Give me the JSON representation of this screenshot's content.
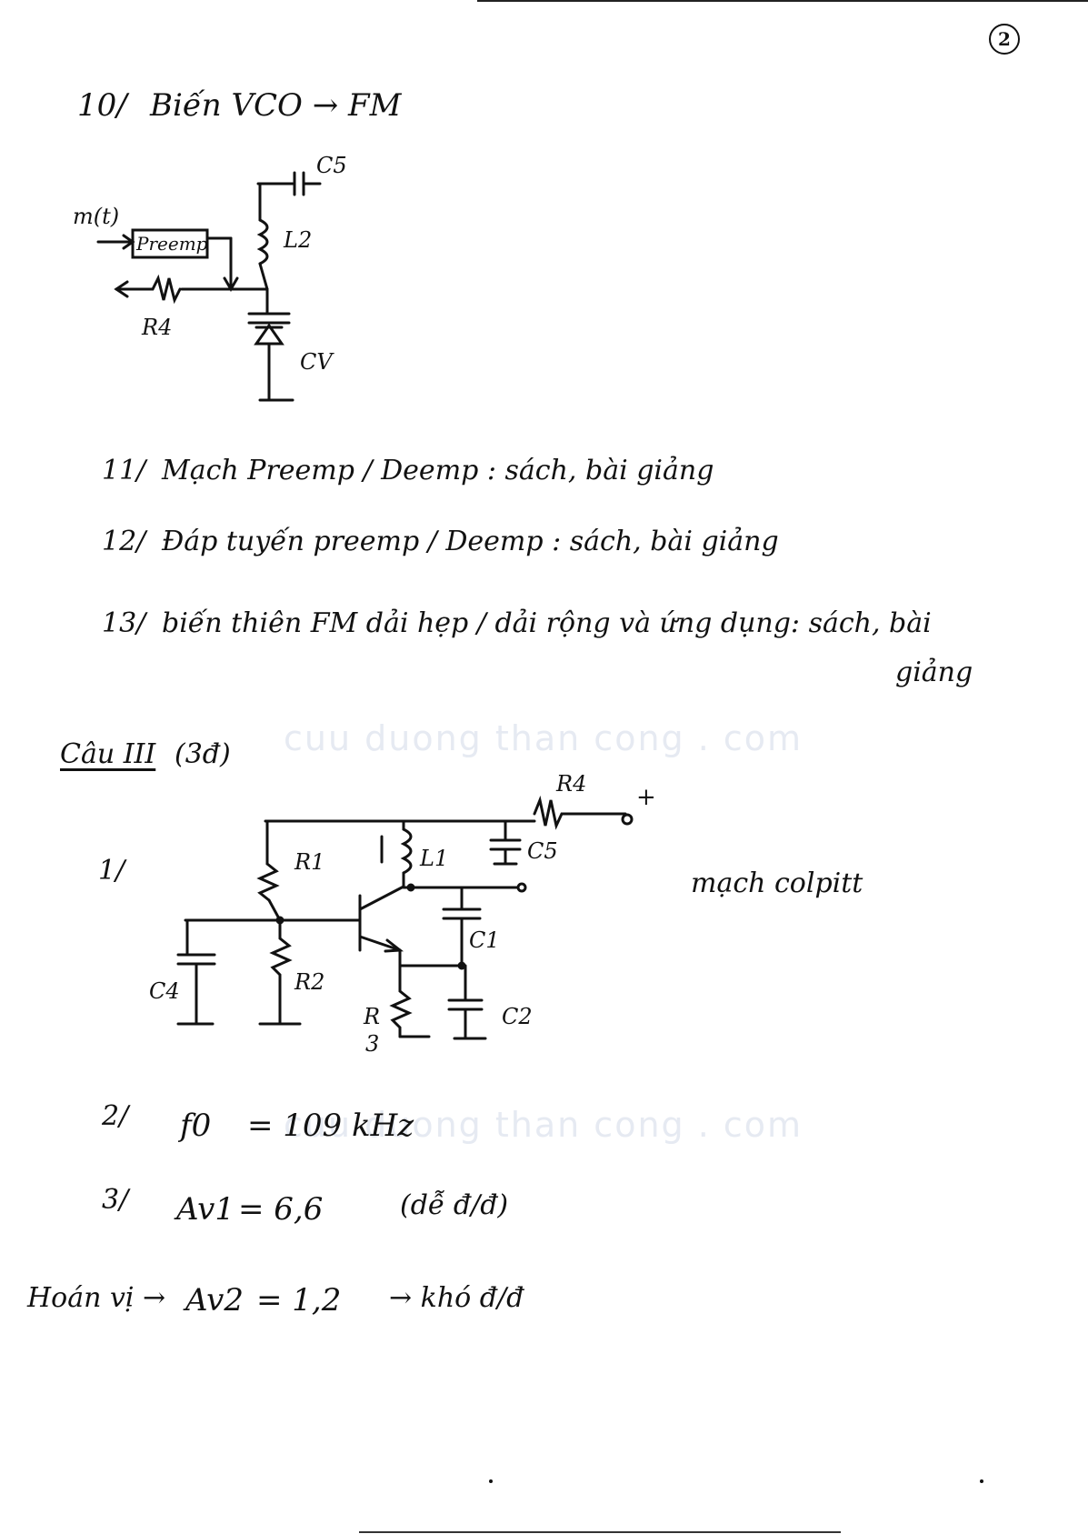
{
  "page_number": "2",
  "watermark": {
    "line1": "cuu duong than cong . com",
    "line2": "cuu duong than cong . com"
  },
  "item10": {
    "number": "10/",
    "text": "Biến VCO → FM",
    "circuit": {
      "c5": "C5",
      "l2": "L2",
      "input": "m(t)",
      "block": "Preemp",
      "r4": "R4",
      "cv": "CV"
    }
  },
  "item11": {
    "number": "11/",
    "text": "Mạch Preemp / Deemp : sách, bài giảng"
  },
  "item12": {
    "number": "12/",
    "text": "Đáp tuyến preemp / Deemp : sách, bài giảng"
  },
  "item13": {
    "number": "13/",
    "text": "biến thiên FM dải hẹp / dải rộng và ứng dụng: sách, bài",
    "text_line2": "giảng"
  },
  "cau3": {
    "title": "Câu III",
    "points": "(3đ)",
    "q1": {
      "number": "1/",
      "note": "mạch colpitt",
      "labels": {
        "r4": "R4",
        "plus": "+",
        "r1": "R1",
        "l1": "L1",
        "c5": "C5",
        "c4": "C4",
        "r2": "R2",
        "c1": "C1",
        "r3": "R",
        "r3_sub": "3",
        "c2": "C2"
      }
    },
    "q2": {
      "number": "2/",
      "symbol": "f0",
      "value": "= 109 kHz"
    },
    "q3": {
      "number": "3/",
      "symbol": "Av1",
      "value": "= 6,6",
      "note": "(dễ đ/đ)"
    },
    "q4": {
      "prefix": "Hoán vị →",
      "symbol": "Av2",
      "value": "= 1,2",
      "note": "→ khó đ/đ"
    }
  }
}
